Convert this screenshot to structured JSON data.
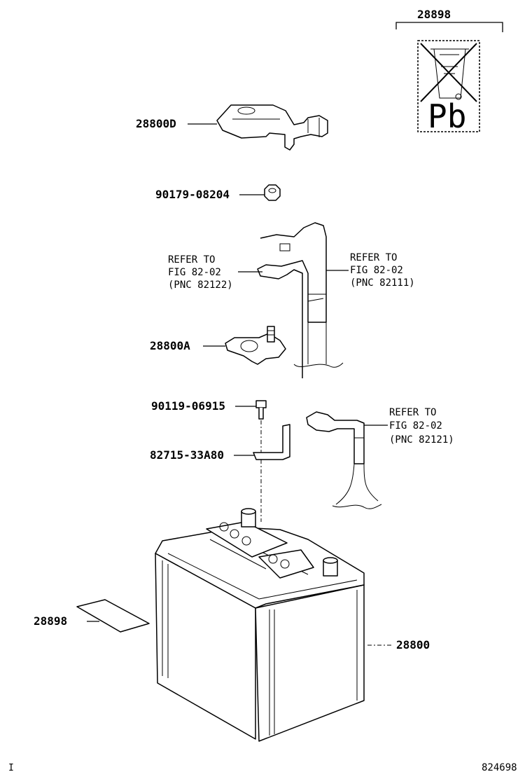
{
  "labels": {
    "p28898_top": "28898",
    "p28800D": "28800D",
    "p90179": "90179-08204",
    "p28800A": "28800A",
    "p90119": "90119-06915",
    "p82715": "82715-33A80",
    "p28898_left": "28898",
    "p28800": "28800",
    "pb_mark": "Pb",
    "fig_id": "824698",
    "corner_mark": "I"
  },
  "refs": {
    "r1": {
      "l1": "REFER TO",
      "l2": "FIG  82-02",
      "l3": "(PNC 82122)"
    },
    "r2": {
      "l1": "REFER TO",
      "l2": "FIG  82-02",
      "l3": "(PNC 82111)"
    },
    "r3": {
      "l1": "REFER TO",
      "l2": "FIG  82-02",
      "l3": "(PNC 82121)"
    }
  },
  "icons": {
    "recycling_label": "crossed-bin-icon",
    "battery": "battery-icon"
  }
}
